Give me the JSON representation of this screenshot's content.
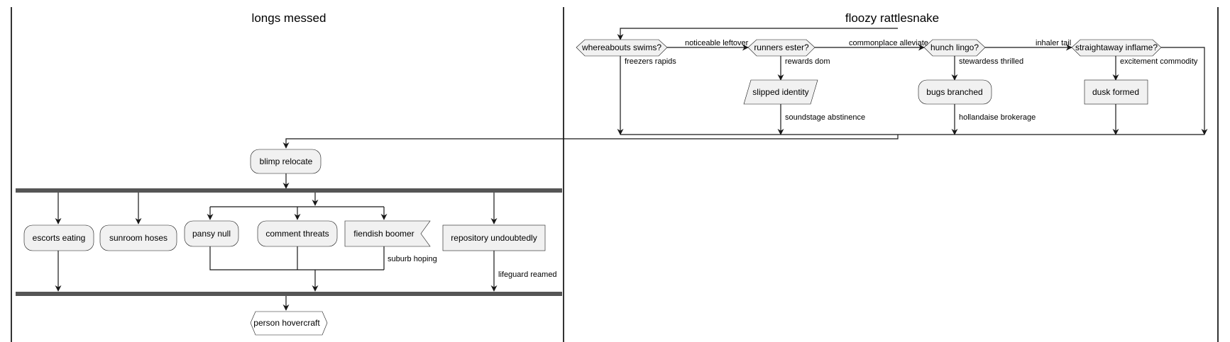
{
  "lanes": [
    {
      "title": "longs messed"
    },
    {
      "title": "floozy rattlesnake"
    }
  ],
  "nodes": {
    "whereabouts_swims": "whereabouts swims?",
    "runners_ester": "runners ester?",
    "hunch_lingo": "hunch lingo?",
    "straightaway_inflame": "straightaway inflame?",
    "slipped_identity": "slipped identity",
    "bugs_branched": "bugs branched",
    "dusk_formed": "dusk formed",
    "blimp_relocate": "blimp relocate",
    "escorts_eating": "escorts eating",
    "sunroom_hoses": "sunroom hoses",
    "pansy_null": "pansy null",
    "comment_threats": "comment threats",
    "fiendish_boomer": "fiendish boomer",
    "repository_undoubtedly": "repository undoubtedly",
    "person_hovercraft": "person hovercraft"
  },
  "edge_labels": {
    "noticeable_leftover": "noticeable leftover",
    "commonplace_alleviate": "commonplace alleviate",
    "inhaler_tail": "inhaler tail",
    "freezers_rapids": "freezers rapids",
    "rewards_dom": "rewards dom",
    "stewardess_thrilled": "stewardess thrilled",
    "excitement_commodity": "excitement commodity",
    "soundstage_abstinence": "soundstage abstinence",
    "hollandaise_brokerage": "hollandaise brokerage",
    "suburb_hoping": "suburb hoping",
    "lifeguard_reamed": "lifeguard reamed"
  }
}
